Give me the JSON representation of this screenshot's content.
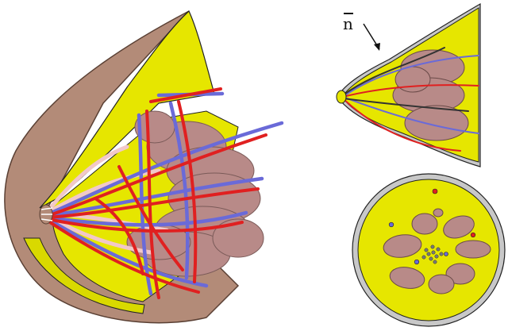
{
  "labels": {
    "normal_vector": "n"
  },
  "colors": {
    "skin": "#b38b78",
    "skin_dark": "#8f6b5a",
    "fat": "#e6e600",
    "fat_dark": "#b8b800",
    "gland": "#b88a88",
    "artery": "#e02020",
    "vein": "#6a6ad8",
    "duct": "#f2c8c8",
    "outline": "#222222",
    "grey_skin": "#c8c8c8"
  },
  "views": [
    "3d-cutaway-model",
    "sagittal-cross-section",
    "coronal-cross-section"
  ]
}
